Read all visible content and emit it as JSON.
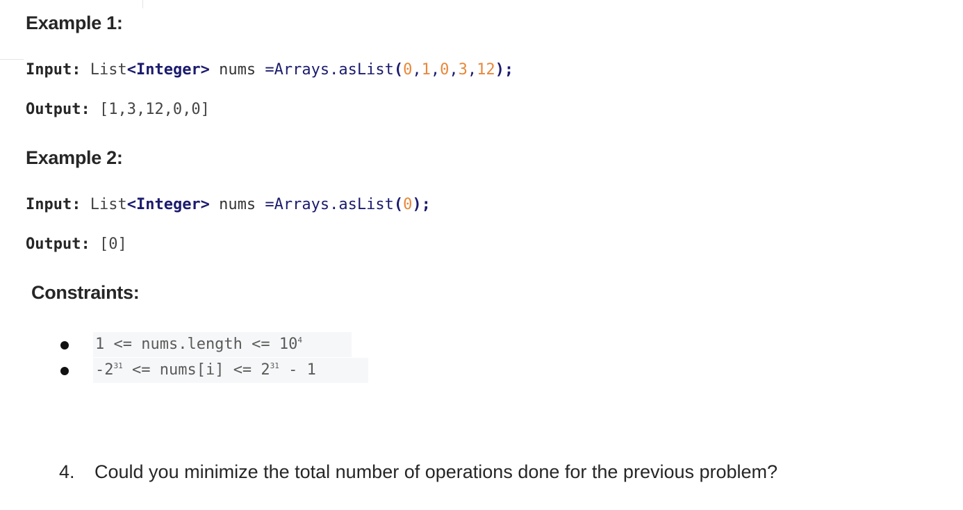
{
  "examples": [
    {
      "title": "Example 1:",
      "input_label": "Input:",
      "input_type": "List",
      "input_generic": "<Integer>",
      "input_var": " nums ",
      "input_assign": "=Arrays.asList",
      "input_open": "(",
      "input_values": [
        "0",
        "1",
        "0",
        "3",
        "12"
      ],
      "input_sep": ",",
      "input_close": ");",
      "output_label": "Output:",
      "output_value": "[1,3,12,0,0]"
    },
    {
      "title": "Example 2:",
      "input_label": "Input:",
      "input_type": "List",
      "input_generic": "<Integer>",
      "input_var": " nums ",
      "input_assign": "=Arrays.asList",
      "input_open": "(",
      "input_values": [
        "0"
      ],
      "input_sep": ",",
      "input_close": ");",
      "output_label": "Output:",
      "output_value": "[0]"
    }
  ],
  "constraints": {
    "title": "Constraints:",
    "items": [
      {
        "pre": "1 <= nums.length <= 10",
        "sup": "4",
        "post": ""
      },
      {
        "pre": "-2",
        "sup": "31",
        "mid": " <= nums[i] <= 2",
        "sup2": "31",
        "post": " - 1"
      }
    ]
  },
  "question": {
    "number": "4.",
    "text": "Could you minimize the total number of operations done for the previous problem?"
  }
}
